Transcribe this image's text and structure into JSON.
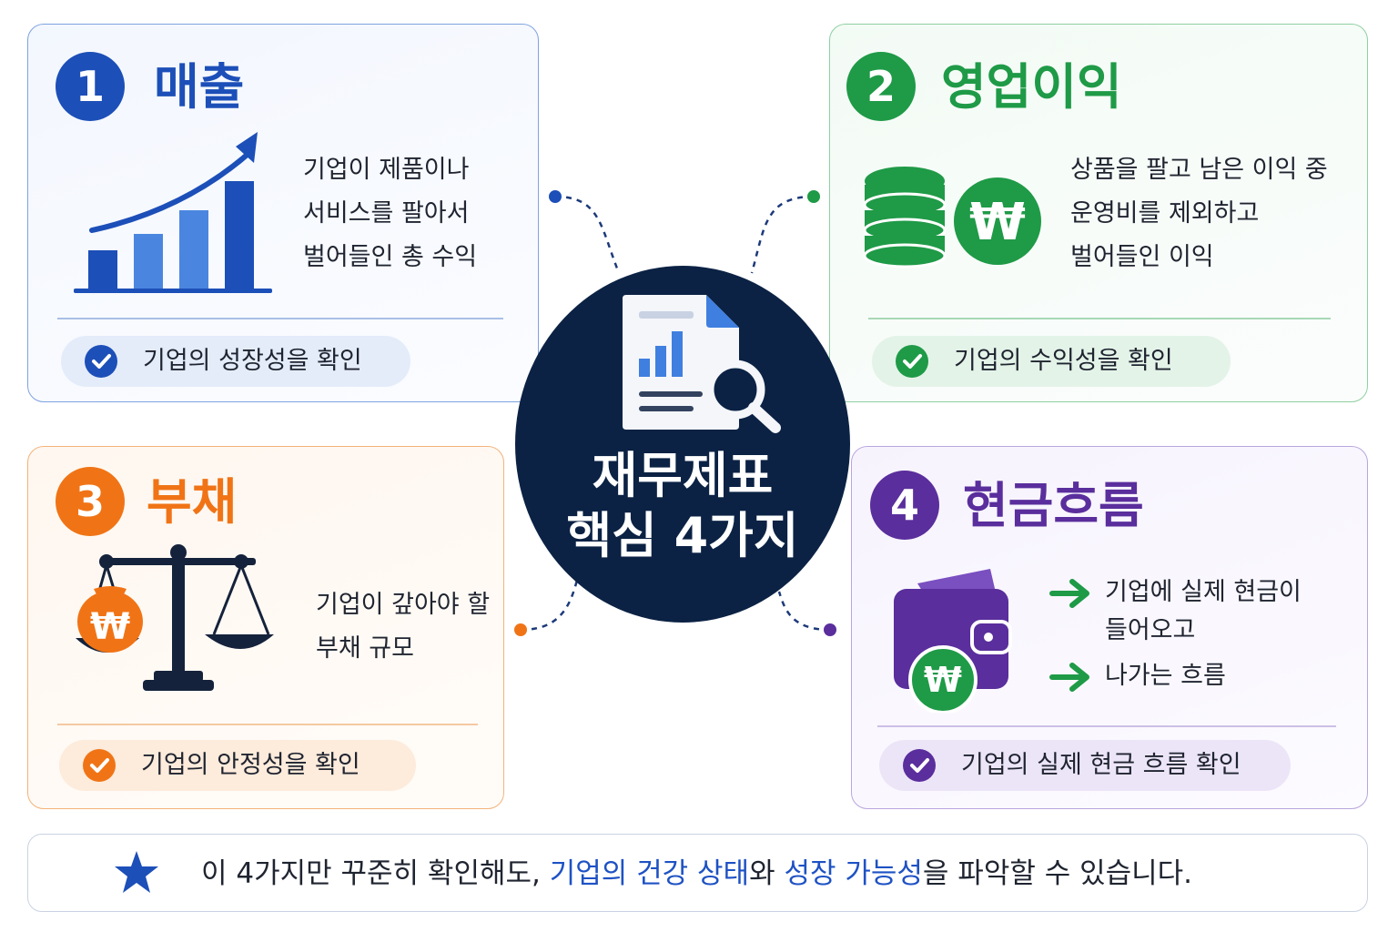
{
  "center": {
    "title_line1": "재무제표",
    "title_line2": "핵심 4가지"
  },
  "colors": {
    "blue": "#1c4fb8",
    "green": "#1f9a47",
    "orange": "#f07416",
    "purple": "#5a2e9c",
    "navy": "#0b2244"
  },
  "cards": [
    {
      "number": "1",
      "title": "매출",
      "icon": "growth-bar-chart-icon",
      "desc": [
        "기업이 제품이나",
        "서비스를 팔아서",
        "벌어들인 총 수익"
      ],
      "check": "기업의 성장성을 확인"
    },
    {
      "number": "2",
      "title": "영업이익",
      "icon": "coin-stack-won-icon",
      "won_symbol": "₩",
      "desc": [
        "상품을 팔고 남은 이익 중",
        "운영비를 제외하고",
        "벌어들인 이익"
      ],
      "check": "기업의 수익성을 확인"
    },
    {
      "number": "3",
      "title": "부채",
      "icon": "balance-scale-icon",
      "won_symbol": "₩",
      "desc": [
        "기업이 갚아야 할",
        "부채 규모"
      ],
      "check": "기업의 안정성을 확인"
    },
    {
      "number": "4",
      "title": "현금흐름",
      "icon": "wallet-won-icon",
      "won_symbol": "₩",
      "flows": [
        "기업에 실제 현금이",
        "들어오고",
        "나가는 흐름"
      ],
      "check": "기업의 실제 현금 흐름 확인"
    }
  ],
  "footer": {
    "icon": "star-icon",
    "part1": "이 4가지만 꾸준히 확인해도, ",
    "highlight1": "기업의 건강 상태",
    "part2": "와 ",
    "highlight2": "성장 가능성",
    "part3": "을 파악할 수 있습니다."
  }
}
